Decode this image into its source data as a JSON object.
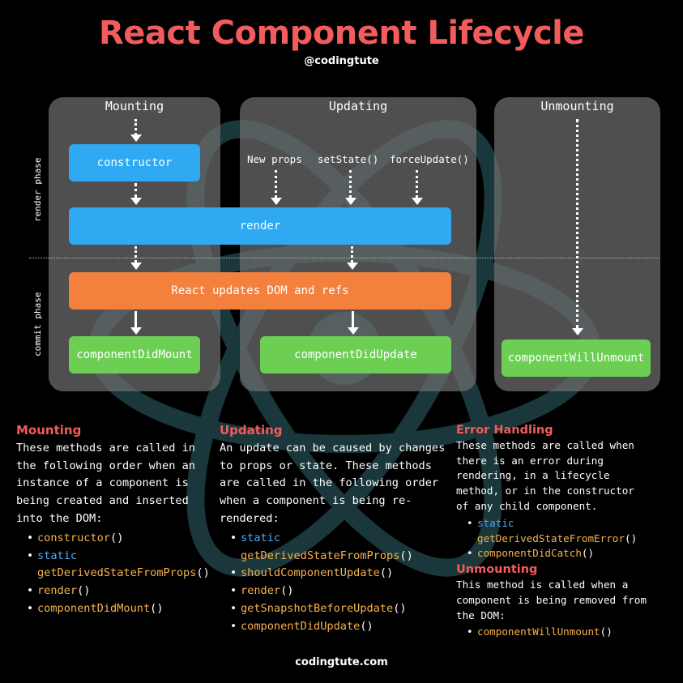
{
  "title": "React Component Lifecycle",
  "handle": "@codingtute",
  "footer": "codingtute.com",
  "colors": {
    "accent": "#f25c5c",
    "blue": "#2ea9f2",
    "orange": "#f4803d",
    "green": "#6ccf54",
    "method": "#f6b24c",
    "keyword": "#4aa9f0"
  },
  "phases": {
    "render": "render phase",
    "commit": "commit phase"
  },
  "columns": {
    "mounting": "Mounting",
    "updating": "Updating",
    "unmounting": "Unmounting"
  },
  "boxes": {
    "constructor": "constructor",
    "render": "render",
    "dom": "React updates DOM and refs",
    "did_mount": "componentDidMount",
    "did_update": "componentDidUpdate",
    "will_unmount": "componentWillUnmount"
  },
  "triggers": [
    "New props",
    "setState()",
    "forceUpdate()"
  ],
  "sections": {
    "mounting": {
      "heading": "Mounting",
      "body": [
        "These methods are called in",
        "the following order when an",
        "instance of a component is",
        "being created and inserted",
        "into the DOM:"
      ],
      "items": [
        {
          "keyword": "",
          "method": "constructor",
          "suffix": "()"
        },
        {
          "keyword": "static",
          "method": "getDerivedStateFromProps",
          "suffix": "()"
        },
        {
          "keyword": "",
          "method": "render",
          "suffix": "()"
        },
        {
          "keyword": "",
          "method": "componentDidMount",
          "suffix": "()"
        }
      ]
    },
    "updating": {
      "heading": "Updating",
      "body": [
        "An update can be caused by changes",
        "to props or state. These methods",
        "are called in the following order",
        "when a component is being re-",
        "rendered:"
      ],
      "items": [
        {
          "keyword": "static",
          "method": "getDerivedStateFromProps",
          "suffix": "()"
        },
        {
          "keyword": "",
          "method": "shouldComponentUpdate",
          "suffix": "()"
        },
        {
          "keyword": "",
          "method": "render",
          "suffix": "()"
        },
        {
          "keyword": "",
          "method": "getSnapshotBeforeUpdate",
          "suffix": "()"
        },
        {
          "keyword": "",
          "method": "componentDidUpdate",
          "suffix": "()"
        }
      ]
    },
    "error": {
      "heading": "Error Handling",
      "body": [
        "These methods are called when",
        "there is an error during",
        "rendering, in a lifecycle",
        "method, or in the constructor",
        "of any child component."
      ],
      "items": [
        {
          "keyword": "static",
          "method": "getDerivedStateFromError",
          "suffix": "()"
        },
        {
          "keyword": "",
          "method": "componentDidCatch",
          "suffix": "()"
        }
      ]
    },
    "unmounting": {
      "heading": "Unmounting",
      "body": [
        "This method is called when a",
        "component is being removed from",
        "the DOM:"
      ],
      "items": [
        {
          "keyword": "",
          "method": "componentWillUnmount",
          "suffix": "()"
        }
      ]
    }
  }
}
